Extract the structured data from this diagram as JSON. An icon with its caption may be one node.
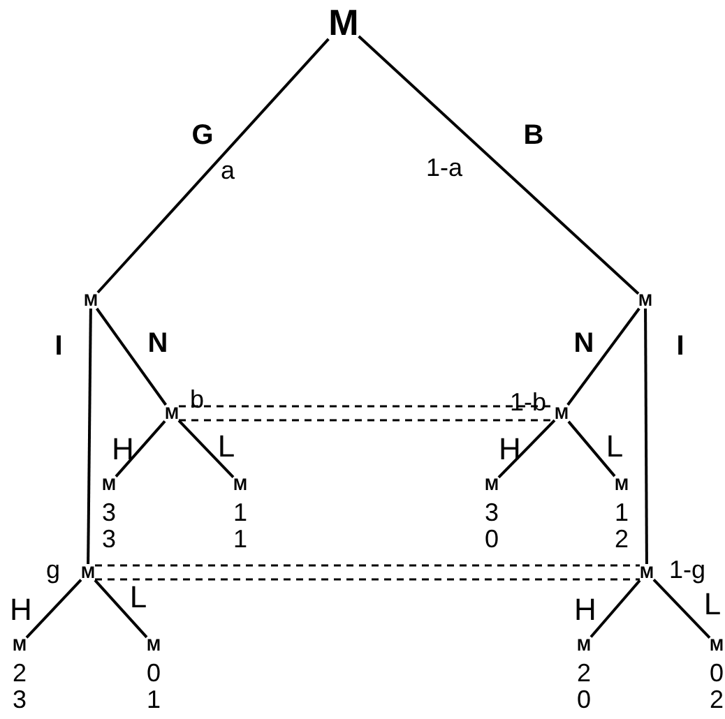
{
  "diagram": {
    "nodes": [
      {
        "text": [
          "M"
        ]
      },
      {
        "text": [
          "M"
        ]
      },
      {
        "text": [
          "M"
        ]
      },
      {
        "text": [
          "M"
        ],
        "beside": [
          "b"
        ]
      },
      {
        "text": [
          "M"
        ],
        "beside": [
          "3",
          "3"
        ]
      },
      {
        "text": [
          "M"
        ],
        "beside": [
          "1",
          "1"
        ]
      },
      {
        "text": [
          "M"
        ],
        "beside": [
          "1-b"
        ]
      },
      {
        "text": [
          "M"
        ],
        "beside": [
          "3",
          "0"
        ]
      },
      {
        "text": [
          "M"
        ],
        "beside": [
          "1",
          "2"
        ]
      },
      {
        "text": [
          "M"
        ],
        "beside": [
          "g"
        ]
      },
      {
        "text": [
          "M"
        ],
        "beside": [
          "2",
          "3"
        ]
      },
      {
        "text": [
          "M"
        ],
        "beside": [
          "0",
          "1"
        ]
      },
      {
        "text": [
          "M"
        ],
        "beside": [
          "1-g"
        ]
      },
      {
        "text": [
          "M"
        ],
        "beside": [
          "2",
          "0"
        ]
      },
      {
        "text": [
          "M"
        ],
        "beside": [
          "0",
          "2"
        ]
      }
    ],
    "edges": [
      {
        "from": 0,
        "to": 1,
        "arrow": "none",
        "label": "G"
      },
      {
        "from": 0,
        "to": 2,
        "arrow": "none",
        "label": "B"
      },
      {
        "from": 1,
        "to": 9,
        "arrow": "none",
        "label": "I"
      },
      {
        "from": 1,
        "to": 3,
        "arrow": "none",
        "label": "N"
      },
      {
        "from": 2,
        "to": 6,
        "arrow": "none",
        "label": "N"
      },
      {
        "from": 2,
        "to": 12,
        "arrow": "none",
        "label": "I"
      },
      {
        "from": 3,
        "to": 4,
        "arrow": "none",
        "label": "H"
      },
      {
        "from": 3,
        "to": 5,
        "arrow": "none",
        "label": "L"
      },
      {
        "from": 6,
        "to": 7,
        "arrow": "none",
        "label": "H"
      },
      {
        "from": 6,
        "to": 8,
        "arrow": "none",
        "label": "L"
      },
      {
        "from": 9,
        "to": 10,
        "arrow": "none",
        "label": "H"
      },
      {
        "from": 9,
        "to": 11,
        "arrow": "none",
        "label": "L"
      },
      {
        "from": 12,
        "to": 13,
        "arrow": "none",
        "label": "H"
      },
      {
        "from": 12,
        "to": 14,
        "arrow": "none",
        "label": "L"
      },
      {
        "from": 3,
        "to": 6,
        "arrow": "none",
        "style": "dashed"
      },
      {
        "from": 9,
        "to": 12,
        "arrow": "none",
        "style": "dashed"
      }
    ],
    "labels": [
      "a",
      "1-a"
    ]
  }
}
